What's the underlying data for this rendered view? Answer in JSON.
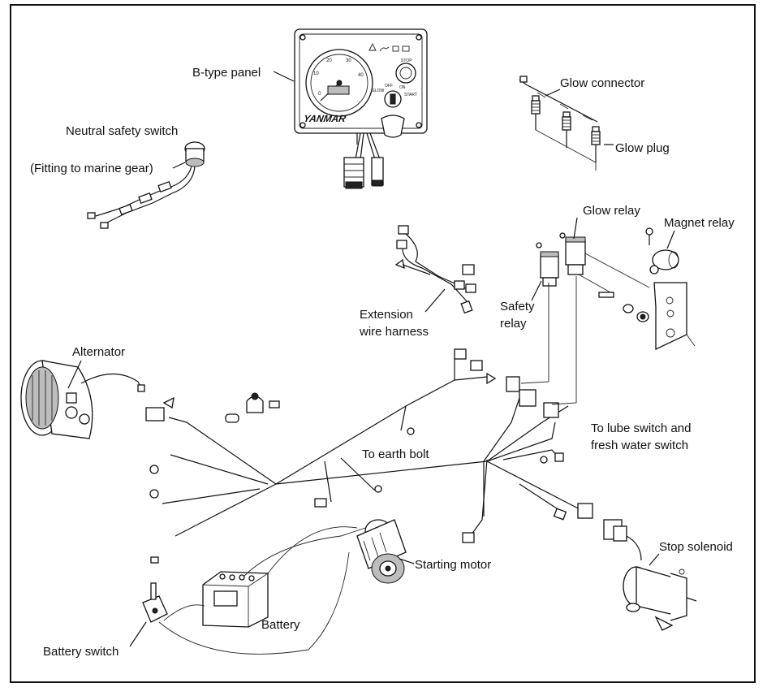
{
  "labels": {
    "b_type_panel": "B-type panel",
    "glow_connector": "Glow connector",
    "glow_plug": "Glow plug",
    "neutral_safety_switch": "Neutral safety switch",
    "fitting_to_marine_gear": "(Fitting to marine gear)",
    "glow_relay": "Glow relay",
    "magnet_relay": "Magnet relay",
    "safety_relay_line1": "Safety",
    "safety_relay_line2": "relay",
    "extension_line1": "Extension",
    "extension_line2": "wire harness",
    "alternator": "Alternator",
    "to_earth_bolt": "To earth bolt",
    "lube_line1": "To lube switch and",
    "lube_line2": "fresh water switch",
    "stop_solenoid": "Stop solenoid",
    "starting_motor": "Starting motor",
    "battery": "Battery",
    "battery_switch": "Battery switch"
  },
  "panel": {
    "brand": "YANMAR",
    "tach_ticks": [
      "0",
      "10",
      "20",
      "30",
      "40"
    ],
    "switch_labels": [
      "GLOW",
      "OFF",
      "ON",
      "START",
      "STOP"
    ]
  },
  "colors": {
    "line": "#111111",
    "border": "#111111",
    "background": "#ffffff"
  }
}
